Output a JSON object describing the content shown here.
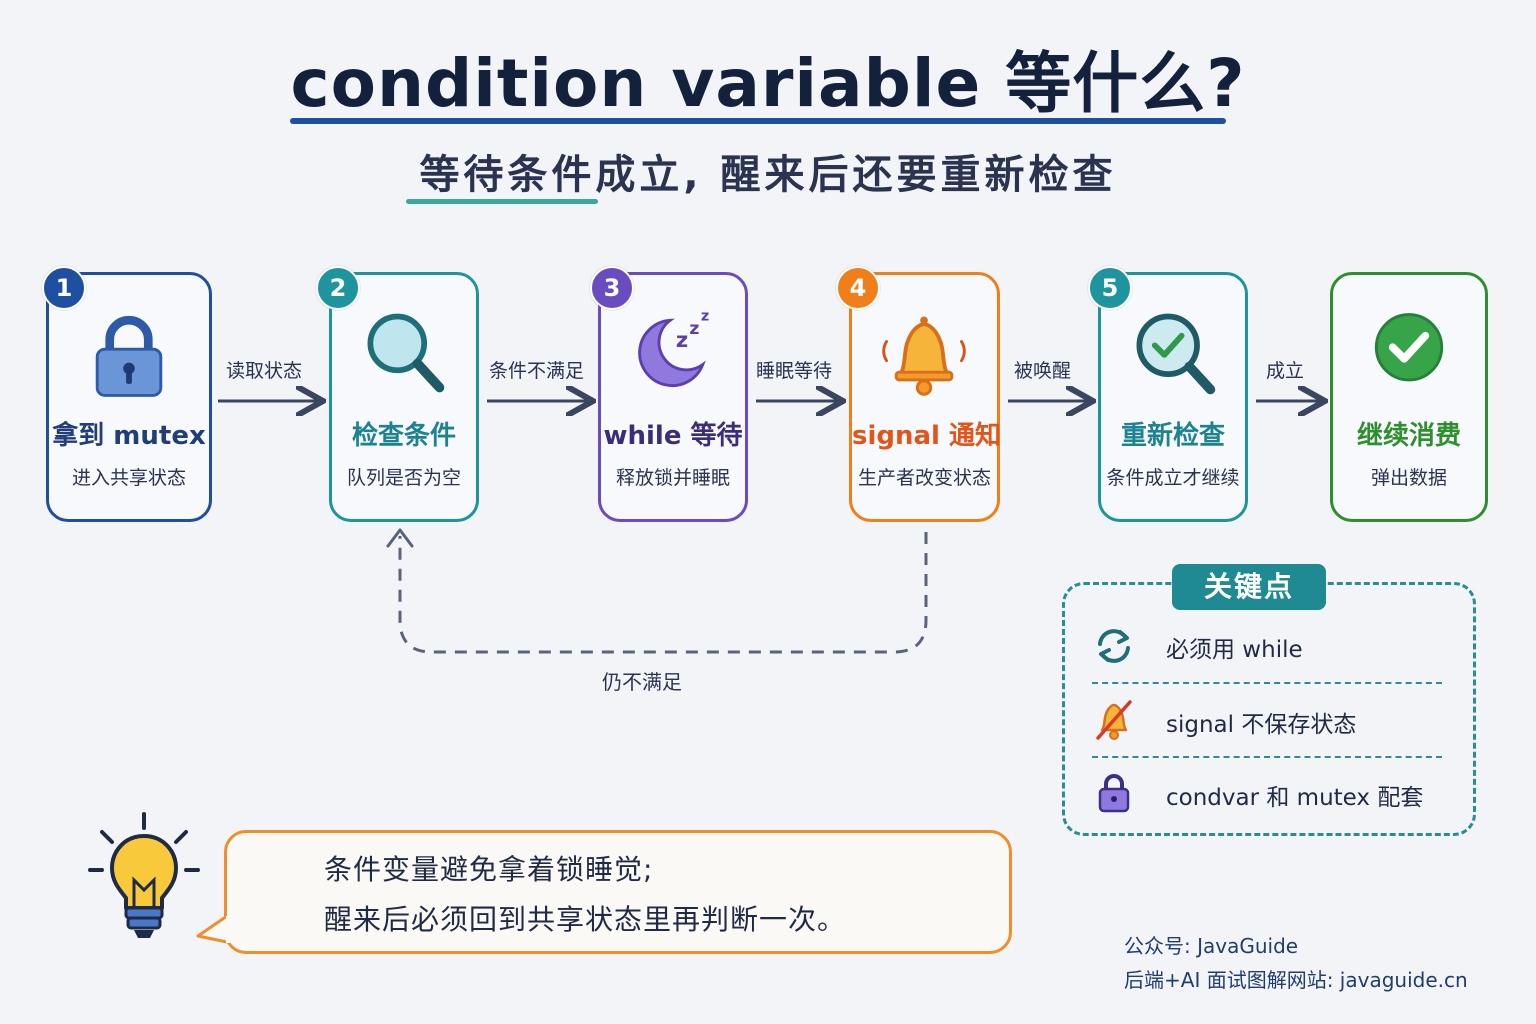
{
  "title": "condition variable 等什么?",
  "subtitle": "等待条件成立, 醒来后还要重新检查",
  "steps": [
    {
      "number": "1",
      "label": "拿到 mutex",
      "desc": "进入共享状态",
      "color": "#1f4fa0",
      "icon": "lock-icon"
    },
    {
      "number": "2",
      "label": "检查条件",
      "desc": "队列是否为空",
      "color": "#1d949e",
      "icon": "magnifier-icon"
    },
    {
      "number": "3",
      "label": "while 等待",
      "desc": "释放锁并睡眠",
      "color": "#6a4bc0",
      "icon": "moon-sleep-icon"
    },
    {
      "number": "4",
      "label": "signal 通知",
      "desc": "生产者改变状态",
      "color": "#ef7f1a",
      "icon": "bell-icon"
    },
    {
      "number": "5",
      "label": "重新检查",
      "desc": "条件成立才继续",
      "color": "#1d949e",
      "icon": "magnifier-check-icon"
    },
    {
      "number": "",
      "label": "继续消费",
      "desc": "弹出数据",
      "color": "#2f8f2f",
      "icon": "check-circle-icon"
    }
  ],
  "arrows": [
    "读取状态",
    "条件不满足",
    "睡眠等待",
    "被唤醒",
    "成立"
  ],
  "loop_label": "仍不满足",
  "key_points": {
    "title": "关键点",
    "items": [
      {
        "text": "必须用 while",
        "icon": "refresh-icon"
      },
      {
        "text": "signal 不保存状态",
        "icon": "bell-off-icon"
      },
      {
        "text": "condvar 和 mutex 配套",
        "icon": "lock-icon"
      }
    ]
  },
  "tip": {
    "icon": "lightbulb-icon",
    "lines": [
      "条件变量避免拿着锁睡觉;",
      "醒来后必须回到共享状态里再判断一次。"
    ]
  },
  "footer": {
    "line1": "公众号: JavaGuide",
    "line2": "后端+AI 面试图解网站: javaguide.cn"
  }
}
